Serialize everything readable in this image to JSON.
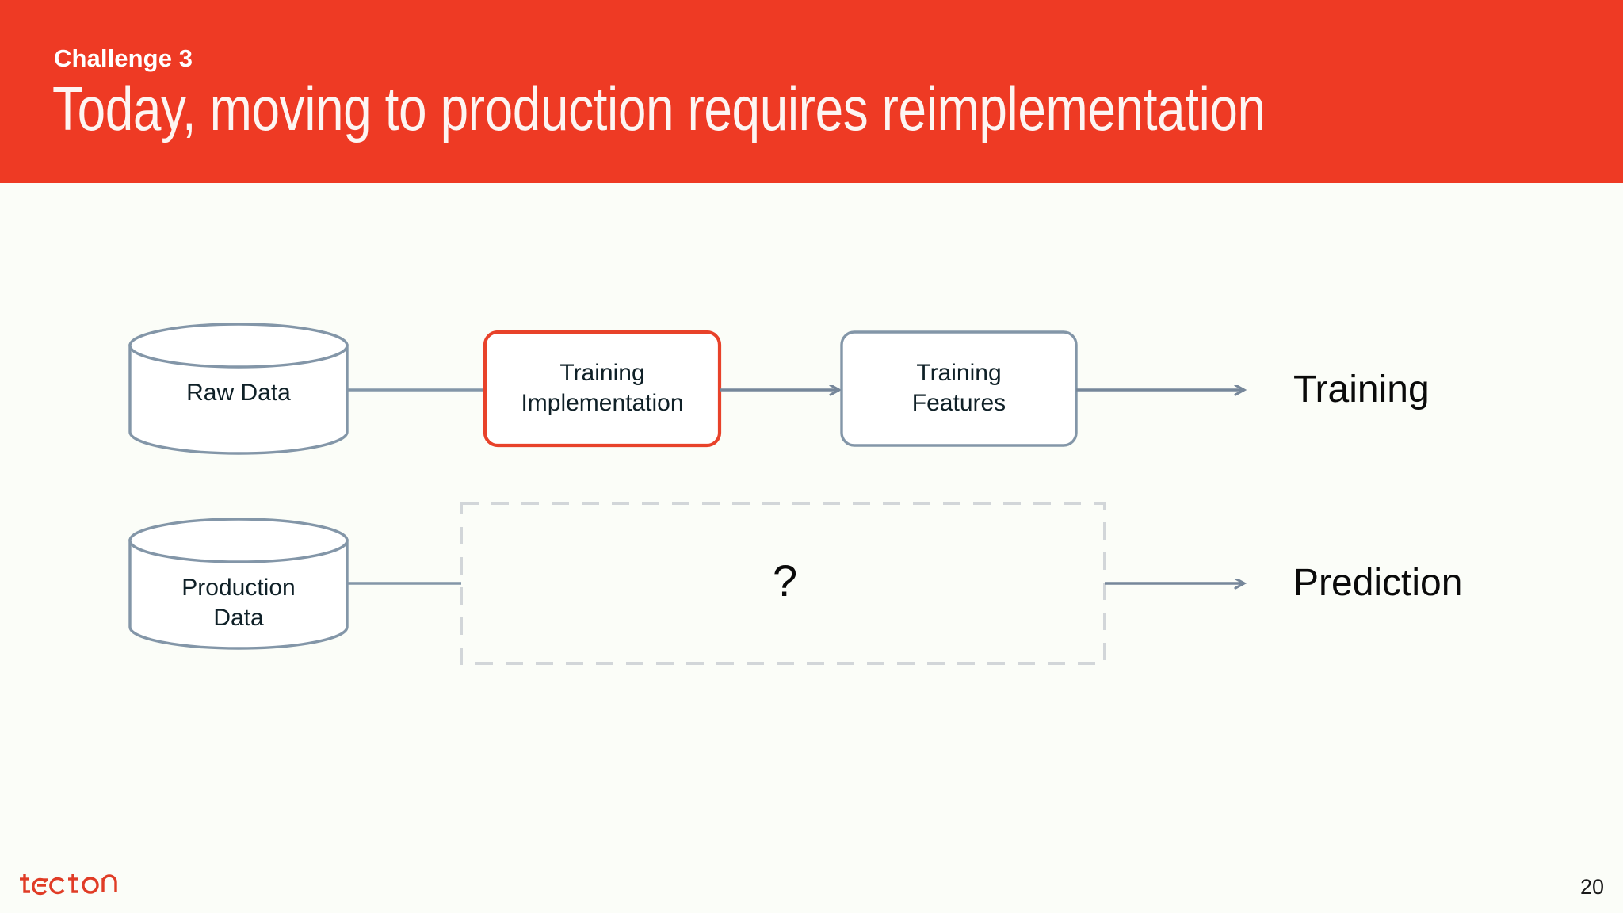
{
  "slide": {
    "eyebrow": "Challenge 3",
    "title": "Today, moving to production requires reimplementation",
    "page_number": "20",
    "logo_text": "tecton",
    "colors": {
      "brand_red": "#EE3A24",
      "header_text": "#FFFFFF",
      "background": "#FBFDF8",
      "node_stroke": "#8396A8",
      "highlight_stroke": "#E8422A",
      "dashed_stroke": "#D2D6D9",
      "node_text": "#0F2027",
      "outcome_text": "#0A0A0A"
    }
  },
  "diagram": {
    "type": "flow",
    "rows": [
      {
        "name": "training-row",
        "source": {
          "label": "Raw Data",
          "shape": "cylinder"
        },
        "steps": [
          {
            "label": "Training\nImplementation",
            "shape": "rounded-rect",
            "highlighted": true
          },
          {
            "label": "Training\nFeatures",
            "shape": "rounded-rect",
            "highlighted": false
          }
        ],
        "outcome": "Training"
      },
      {
        "name": "prediction-row",
        "source": {
          "label": "Production\nData",
          "shape": "cylinder"
        },
        "steps": [
          {
            "label": "?",
            "shape": "dashed-rect",
            "highlighted": false
          }
        ],
        "outcome": "Prediction"
      }
    ]
  }
}
